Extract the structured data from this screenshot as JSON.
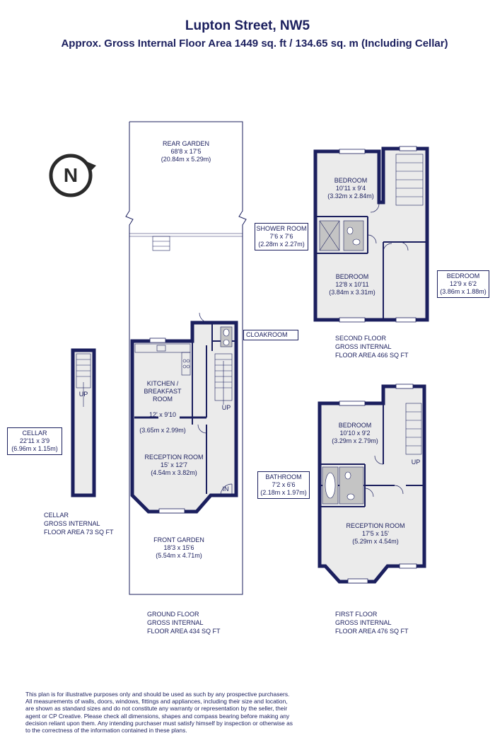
{
  "header": {
    "title": "Lupton Street, NW5",
    "subtitle": "Approx. Gross Internal Floor Area 1449 sq. ft / 134.65 sq. m (Including Cellar)"
  },
  "rooms": {
    "rear_garden": {
      "name": "REAR GARDEN",
      "imperial": "68'8 x 17'5",
      "metric": "(20.84m x 5.29m)"
    },
    "kitchen": {
      "name": "KITCHEN /\nBREAKFAST\nROOM",
      "imperial": "12' x 9'10",
      "metric": "(3.65m x 2.99m)"
    },
    "reception_ground": {
      "name": "RECEPTION ROOM",
      "imperial": "15' x 12'7",
      "metric": "(4.54m x 3.82m)"
    },
    "front_garden": {
      "name": "FRONT GARDEN",
      "imperial": "18'3 x 15'6",
      "metric": "(5.54m x 4.71m)"
    },
    "cloakroom": {
      "name": "CLOAKROOM"
    },
    "cellar": {
      "name": "CELLAR",
      "imperial": "22'11 x 3'9",
      "metric": "(6.96m x 1.15m)"
    },
    "bedroom_2a": {
      "name": "BEDROOM",
      "imperial": "10'11 x 9'4",
      "metric": "(3.32m x 2.84m)"
    },
    "shower_room": {
      "name": "SHOWER ROOM",
      "imperial": "7'6 x 7'6",
      "metric": "(2.28m x 2.27m)"
    },
    "bedroom_2b": {
      "name": "BEDROOM",
      "imperial": "12'8 x 10'11",
      "metric": "(3.84m x 3.31m)"
    },
    "bedroom_2c": {
      "name": "BEDROOM",
      "imperial": "12'9 x 6'2",
      "metric": "(3.86m x 1.88m)"
    },
    "bedroom_1": {
      "name": "BEDROOM",
      "imperial": "10'10 x 9'2",
      "metric": "(3.29m x 2.79m)"
    },
    "bathroom": {
      "name": "BATHROOM",
      "imperial": "7'2 x 6'6",
      "metric": "(2.18m x 1.97m)"
    },
    "reception_first": {
      "name": "RECEPTION ROOM",
      "imperial": "17'5 x 15'",
      "metric": "(5.29m x 4.54m)"
    }
  },
  "markers": {
    "up": "UP",
    "in": "IN",
    "compass": "N"
  },
  "floors": {
    "cellar": {
      "line1": "CELLAR",
      "line2": "GROSS INTERNAL",
      "line3": "FLOOR AREA 73 SQ FT"
    },
    "ground": {
      "line1": "GROUND FLOOR",
      "line2": "GROSS INTERNAL",
      "line3": "FLOOR AREA 434 SQ FT"
    },
    "first": {
      "line1": "FIRST FLOOR",
      "line2": "GROSS INTERNAL",
      "line3": "FLOOR AREA 476 SQ FT"
    },
    "second": {
      "line1": "SECOND FLOOR",
      "line2": "GROSS INTERNAL",
      "line3": "FLOOR AREA 466 SQ FT"
    }
  },
  "disclaimer": "This plan is for illustrative purposes only and should be used as such by any prospective purchasers. All measurements of walls, doors, windows, fittings and appliances, including their size and location, are shown as standard sizes and do not constitute any warranty or representation by the seller, their agent or CP Creative. Please check all dimensions, shapes and compass bearing before making any decision reliant upon them. Any intending purchaser must satisfy himself by inspection or otherwise as to the correctness of the information contained in these plans.",
  "colors": {
    "wall": "#1b1f5e",
    "floor": "#ebebeb",
    "text": "#1b1f5e",
    "fixture": "#c4c4c4"
  }
}
